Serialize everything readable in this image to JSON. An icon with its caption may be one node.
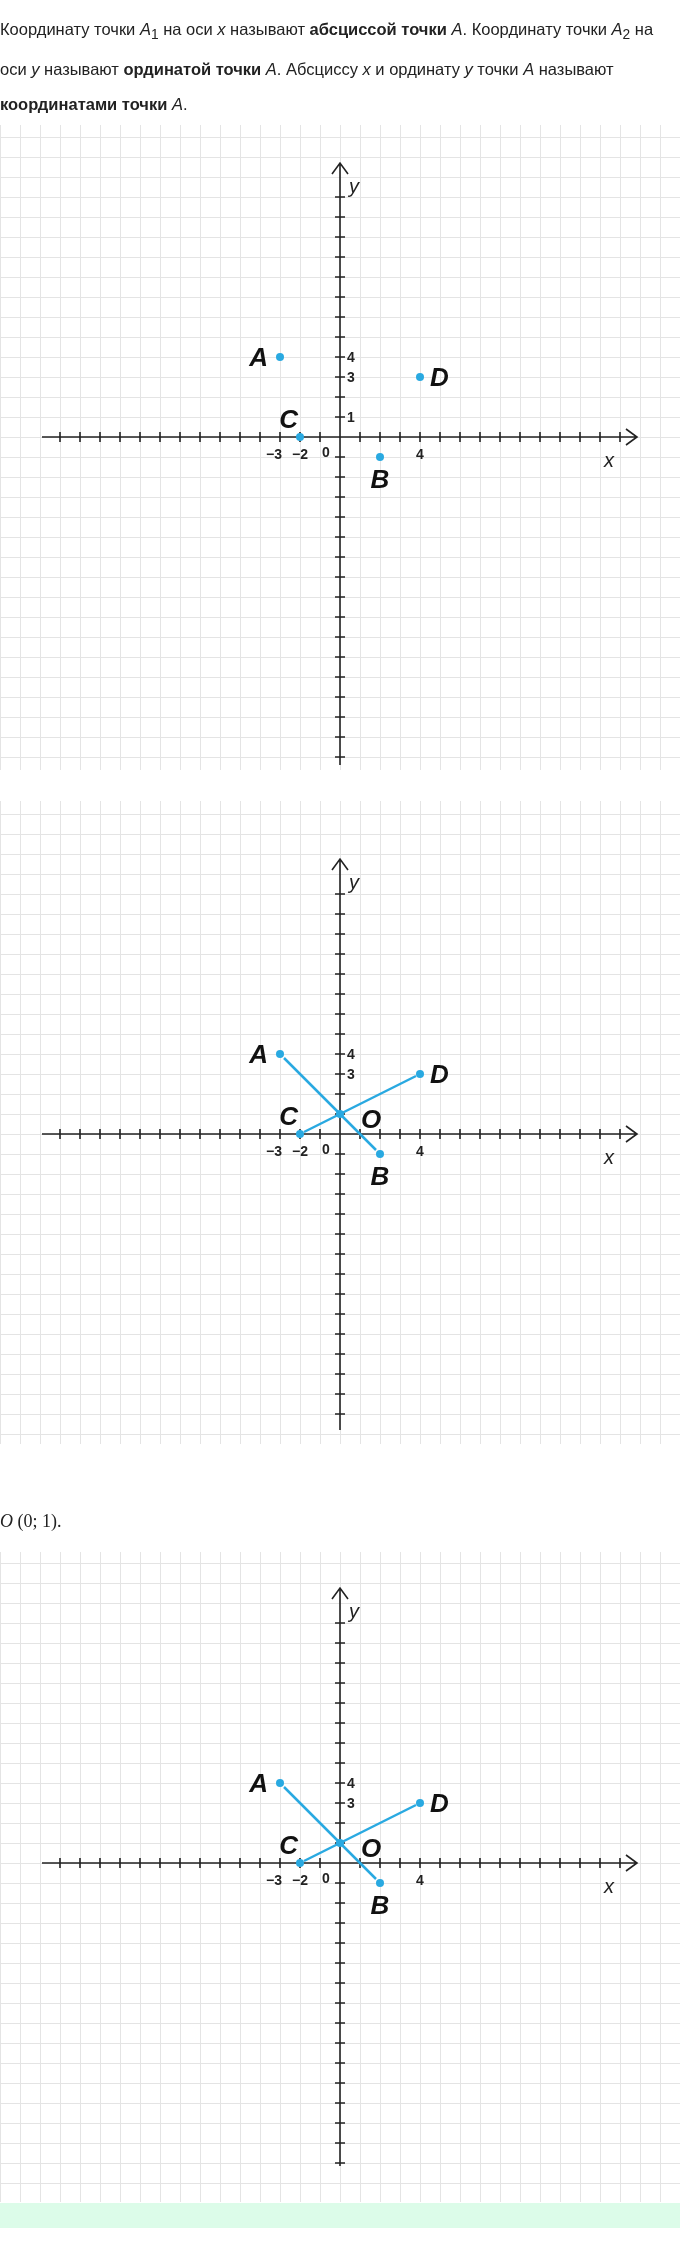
{
  "diagram": {
    "nodes": [
      {
        "text": [
          "A"
        ]
      },
      {
        "text": [
          "B"
        ]
      },
      {
        "text": [
          "C"
        ]
      },
      {
        "text": [
          "D"
        ]
      },
      {
        "text": [
          "A"
        ]
      },
      {
        "text": [
          "B"
        ]
      },
      {
        "text": [
          "C"
        ]
      },
      {
        "text": [
          "D"
        ]
      },
      {
        "text": [
          "O"
        ]
      },
      {
        "text": [
          "A"
        ]
      },
      {
        "text": [
          "B"
        ]
      },
      {
        "text": [
          "C"
        ]
      },
      {
        "text": [
          "D"
        ]
      },
      {
        "text": [
          "O"
        ]
      }
    ],
    "edges": [
      {
        "from": 4,
        "to": 5,
        "arrow": "none"
      },
      {
        "from": 6,
        "to": 7,
        "arrow": "none"
      },
      {
        "from": 9,
        "to": 10,
        "arrow": "none"
      },
      {
        "from": 11,
        "to": 12,
        "arrow": "none"
      }
    ],
    "labels": [
      "Координату точки *A*$_{1}$ на оси *x* называют **абсциссой точки** *A*. Координату точки *A*$_{2}$ на оси *y* называют **ординатой точки** *A*. Абсциссу *x* и ординату *y* точки *A* называют **координатами точки** *A*.",
      "y",
      "4",
      "3",
      "1",
      "−3",
      "−2",
      "0",
      "4",
      "x",
      "y",
      "4",
      "3",
      "−3",
      "−2",
      "0",
      "4",
      "x",
      "*O* (0; 1).",
      "y",
      "4",
      "3",
      "−3",
      "−2",
      "0",
      "4",
      "x"
    ]
  }
}
